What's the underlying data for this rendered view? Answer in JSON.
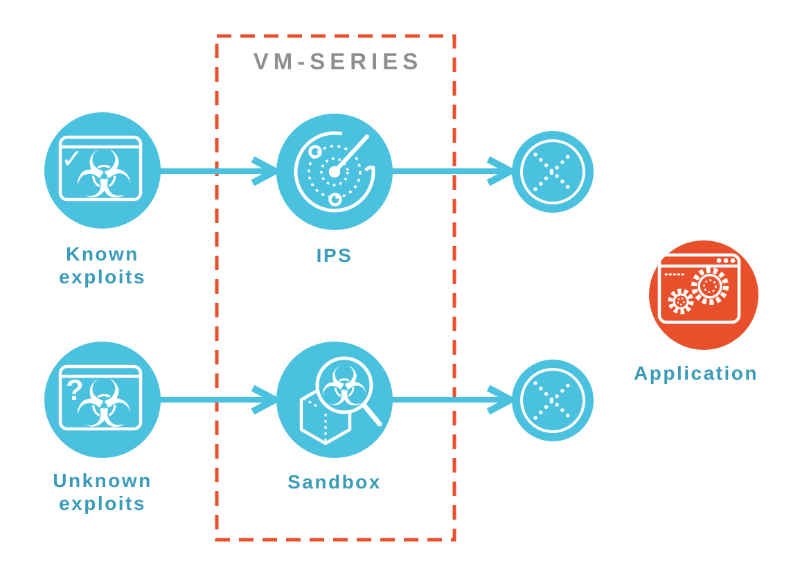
{
  "vm_box": {
    "title": "VM-SERIES"
  },
  "nodes": {
    "known": {
      "label": "Known\nexploits"
    },
    "ips": {
      "label": "IPS"
    },
    "unknown": {
      "label": "Unknown\nexploits"
    },
    "sandbox": {
      "label": "Sandbox"
    },
    "application": {
      "label": "Application"
    }
  },
  "icons": {
    "biohazard_glyph": "☣",
    "check_glyph": "✓",
    "question_glyph": "?"
  },
  "colors": {
    "cyan": "#4AC1DE",
    "teal_text": "#3A9BBA",
    "orange": "#E8502B",
    "title_gray": "#8C8E90",
    "icon_white": "#FFFFFF"
  }
}
